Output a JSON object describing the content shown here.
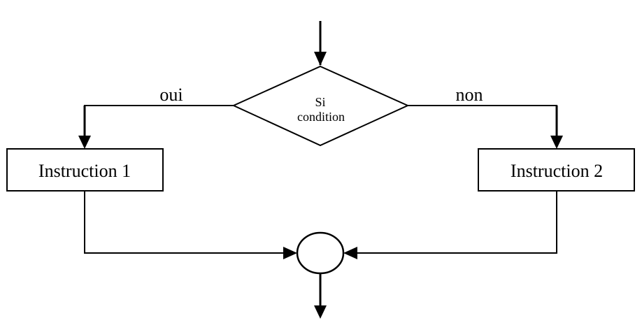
{
  "decision": {
    "line1": "Si",
    "line2": "condition"
  },
  "branches": {
    "yes_label": "oui",
    "no_label": "non"
  },
  "boxes": {
    "instruction1": "Instruction 1",
    "instruction2": "Instruction 2"
  },
  "colors": {
    "stroke": "#000000",
    "background": "#ffffff"
  }
}
